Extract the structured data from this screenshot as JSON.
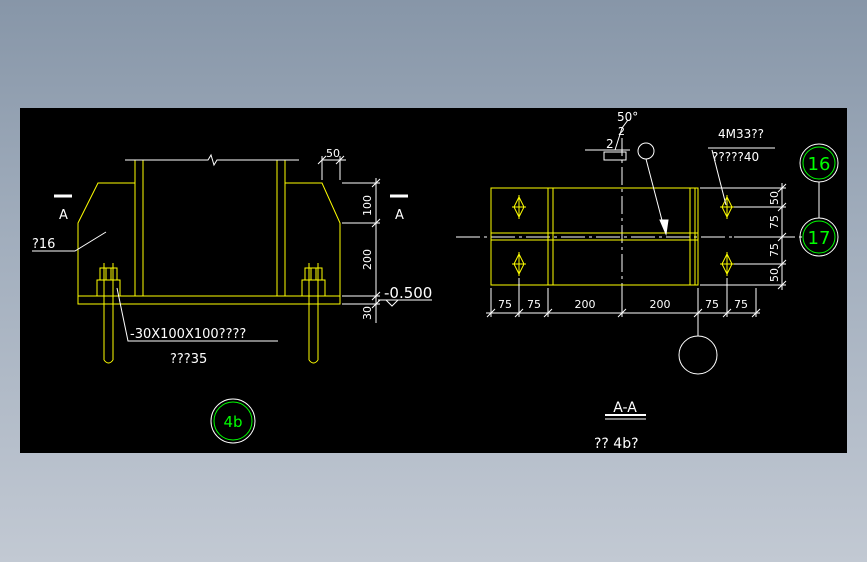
{
  "colors": {
    "background": "#000000",
    "steel": "#ffff00",
    "dimension": "#ffffff",
    "axis_bubble": "#00ff00"
  },
  "elevation": {
    "section_mark_left": "A",
    "section_mark_right": "A",
    "stiffener_label": "?16",
    "plate_label": "-30X100X100????",
    "bolt_label": "???35",
    "level_label": "-0.500",
    "dim_top": "50",
    "dims_vertical": [
      "100",
      "200",
      "30"
    ],
    "detail_bubble": "4b"
  },
  "plan": {
    "angle_label": "50°",
    "weld_symbol_number": "2",
    "bolt_spec": "4M33??",
    "bolt_spec_sub": "?????40",
    "axis_labels": [
      "16",
      "17"
    ],
    "dims_vertical": [
      "50",
      "75",
      "75",
      "50"
    ],
    "dims_horizontal": [
      "75",
      "75",
      "200",
      "200",
      "75",
      "75"
    ],
    "section_title": "A-A",
    "detail_caption": "?? 4b?"
  }
}
